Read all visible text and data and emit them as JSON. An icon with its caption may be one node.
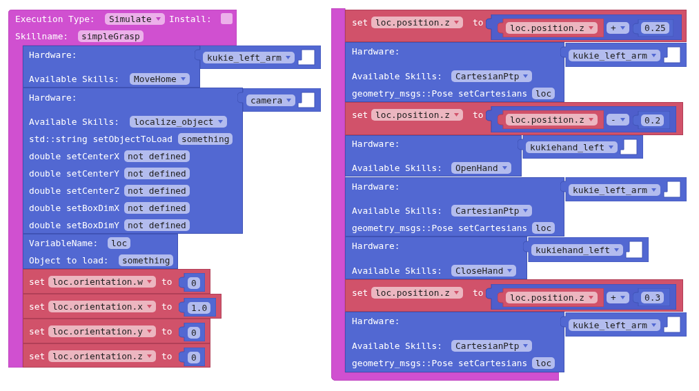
{
  "diagram": {
    "nodes": [
      {
        "text": [
          "Execution Type:",
          "Simulate",
          "Install:",
          "Skillname:",
          "simpleGrasp"
        ]
      },
      {
        "text": [
          "Hardware:",
          "Available Skills:",
          "MoveHome"
        ],
        "in": 0
      },
      {
        "text": [
          "kukie_left_arm"
        ]
      },
      {
        "text": [
          "Hardware:",
          "Available Skills:",
          "localize_object",
          "std::string setObjectToLoad",
          "something",
          "double setCenterX",
          "not defined",
          "double setCenterY",
          "not defined",
          "double setCenterZ",
          "not defined",
          "double setBoxDimX",
          "not defined",
          "double setBoxDimY",
          "not defined"
        ],
        "in": 0
      },
      {
        "text": [
          "camera"
        ]
      },
      {
        "text": [
          "VariableName:",
          "loc",
          "Object to load:",
          "something"
        ],
        "in": 0
      },
      {
        "text": [
          "set",
          "loc.orientation.w",
          "to"
        ],
        "in": 0
      },
      {
        "text": [
          "0"
        ],
        "in": 6
      },
      {
        "text": [
          "set",
          "loc.orientation.x",
          "to"
        ],
        "in": 0
      },
      {
        "text": [
          "1.0"
        ],
        "in": 8
      },
      {
        "text": [
          "set",
          "loc.orientation.y",
          "to"
        ],
        "in": 0
      },
      {
        "text": [
          "0"
        ],
        "in": 10
      },
      {
        "text": [
          "set",
          "loc.orientation.z",
          "to"
        ],
        "in": 0
      },
      {
        "text": [
          "0"
        ],
        "in": 12
      },
      {
        "text": [],
        "shape": "box"
      },
      {
        "text": [
          "set",
          "loc.position.z",
          "to"
        ]
      },
      {
        "text": [
          "+"
        ],
        "in": 15
      },
      {
        "text": [
          "loc.position.z"
        ],
        "in": 16
      },
      {
        "text": [
          "0.25"
        ],
        "in": 16
      },
      {
        "text": [
          "Hardware:",
          "Available Skills:",
          "CartesianPtp",
          "geometry_msgs::Pose setCartesians",
          "loc"
        ],
        "in": 14
      },
      {
        "text": [
          "kukie_left_arm"
        ]
      },
      {
        "text": [
          "set",
          "loc.position.z",
          "to"
        ]
      },
      {
        "text": [
          "-"
        ],
        "in": 21
      },
      {
        "text": [
          "loc.position.z"
        ],
        "in": 22
      },
      {
        "text": [
          "0.2"
        ],
        "in": 22
      },
      {
        "text": [
          "Hardware:",
          "Available Skills:",
          "OpenHand"
        ],
        "in": 14
      },
      {
        "text": [
          "kukiehand_left"
        ]
      },
      {
        "text": [
          "Hardware:",
          "Available Skills:",
          "CartesianPtp",
          "geometry_msgs::Pose setCartesians",
          "loc"
        ],
        "in": 14
      },
      {
        "text": [
          "kukie_left_arm"
        ]
      },
      {
        "text": [
          "Hardware:",
          "Available Skills:",
          "CloseHand"
        ],
        "in": 14
      },
      {
        "text": [
          "kukiehand_left"
        ]
      },
      {
        "text": [
          "set",
          "loc.position.z",
          "to"
        ]
      },
      {
        "text": [
          "+"
        ],
        "in": 31
      },
      {
        "text": [
          "loc.position.z"
        ],
        "in": 32
      },
      {
        "text": [
          "0.3"
        ],
        "in": 32
      },
      {
        "text": [
          "Hardware:",
          "Available Skills:",
          "CartesianPtp",
          "geometry_msgs::Pose setCartesians",
          "loc"
        ],
        "in": 14
      },
      {
        "text": [
          "kukie_left_arm"
        ]
      }
    ]
  }
}
